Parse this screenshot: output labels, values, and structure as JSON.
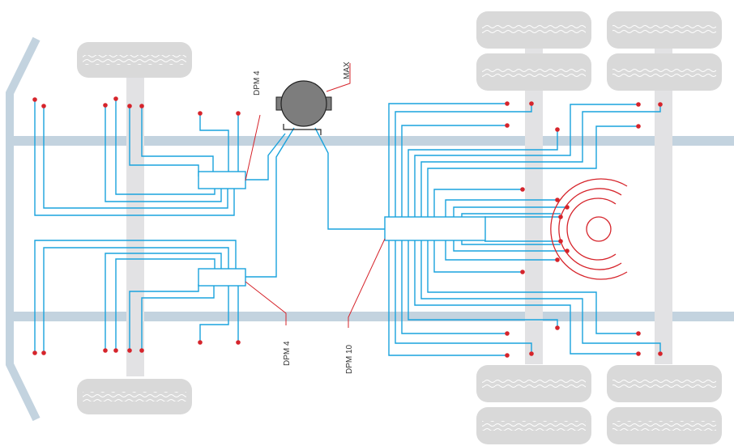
{
  "labels": {
    "max": "MAX",
    "dpm_top": "DPM 4",
    "dpm_bottom": "DPM 4",
    "dpm_main": "DPM 10"
  },
  "colors": {
    "wire": "#1aa3dd",
    "sensor": "#d6242b",
    "frame": "#c3d3df",
    "axle": "#e2e2e4",
    "tire": "#d9d9d9",
    "tire_tread": "#ffffff",
    "module_fill": "#ffffff",
    "motor_body": "#7d7d7d",
    "text": "#333333"
  },
  "icons": {
    "motor": "motor-icon",
    "tire": "tire-icon",
    "spinning-symbol": "concentric-arcs-icon"
  }
}
